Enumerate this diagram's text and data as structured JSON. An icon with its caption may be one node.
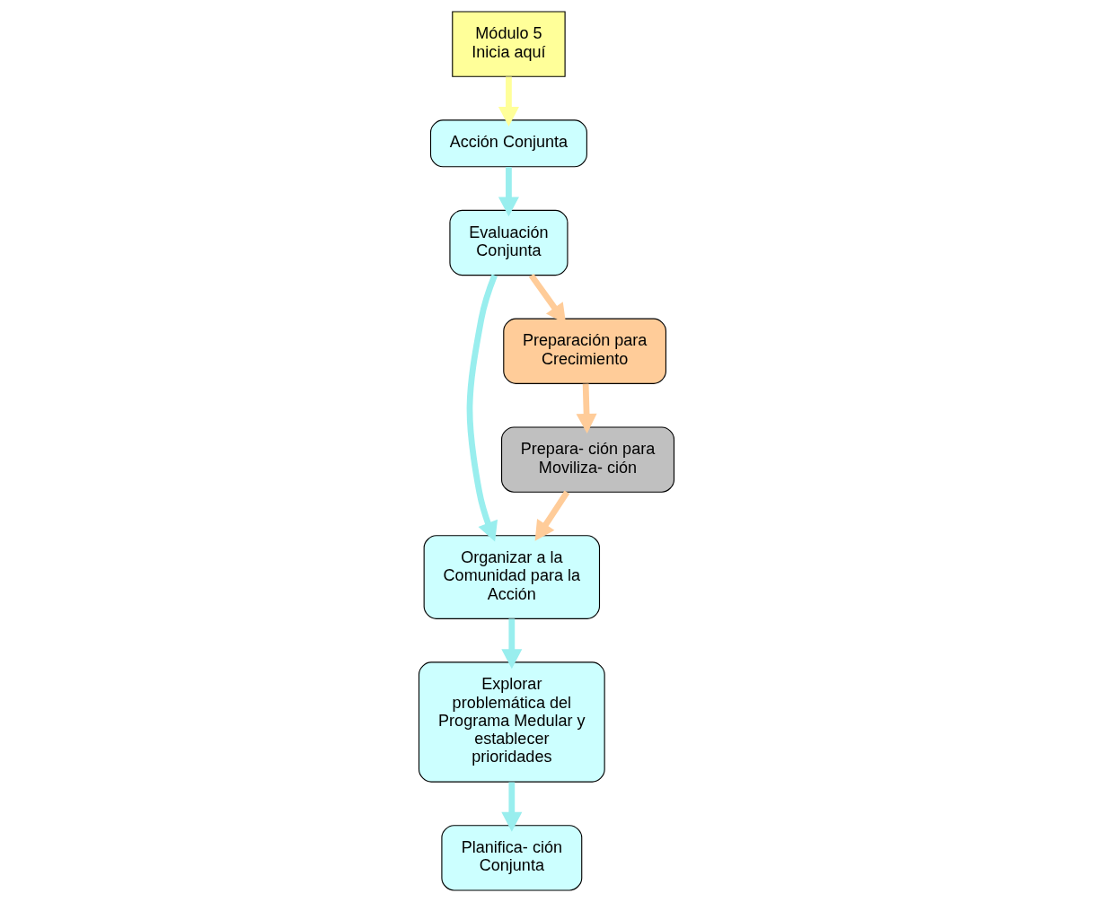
{
  "diagram": {
    "nodes": [
      {
        "text": [
          "Prepara- ción para Moviliza- ción"
        ]
      },
      {
        "text": [
          "Organizar a la Comunidad para la Acción"
        ]
      },
      {
        "text": [
          "Explorar problemática del Programa Medular y establecer prioridades"
        ]
      },
      {
        "text": [
          "Planifica- ción Conjunta"
        ]
      },
      {
        "text": [
          "Módulo 5",
          "Inicia aquí"
        ]
      },
      {
        "text": [
          "Acción Conjunta"
        ]
      },
      {
        "text": [
          "Evaluación Conjunta"
        ]
      },
      {
        "text": [
          "Preparación para Crecimiento"
        ]
      }
    ],
    "edges": [
      {
        "from": 0,
        "to": 1,
        "arrow": "to",
        "color": "#ffcc99"
      },
      {
        "from": 1,
        "to": 2,
        "arrow": "to"
      },
      {
        "from": 2,
        "to": 3,
        "arrow": "to"
      },
      {
        "from": 4,
        "to": 5,
        "arrow": "to",
        "color": "#ffff99"
      },
      {
        "from": 5,
        "to": 6,
        "arrow": "to"
      },
      {
        "from": 6,
        "to": 1,
        "arrow": "to"
      },
      {
        "from": 6,
        "to": 7,
        "arrow": "to",
        "color": "#ffcc99"
      },
      {
        "from": 7,
        "to": 0,
        "arrow": "to",
        "color": "#ffcc99"
      }
    ]
  }
}
